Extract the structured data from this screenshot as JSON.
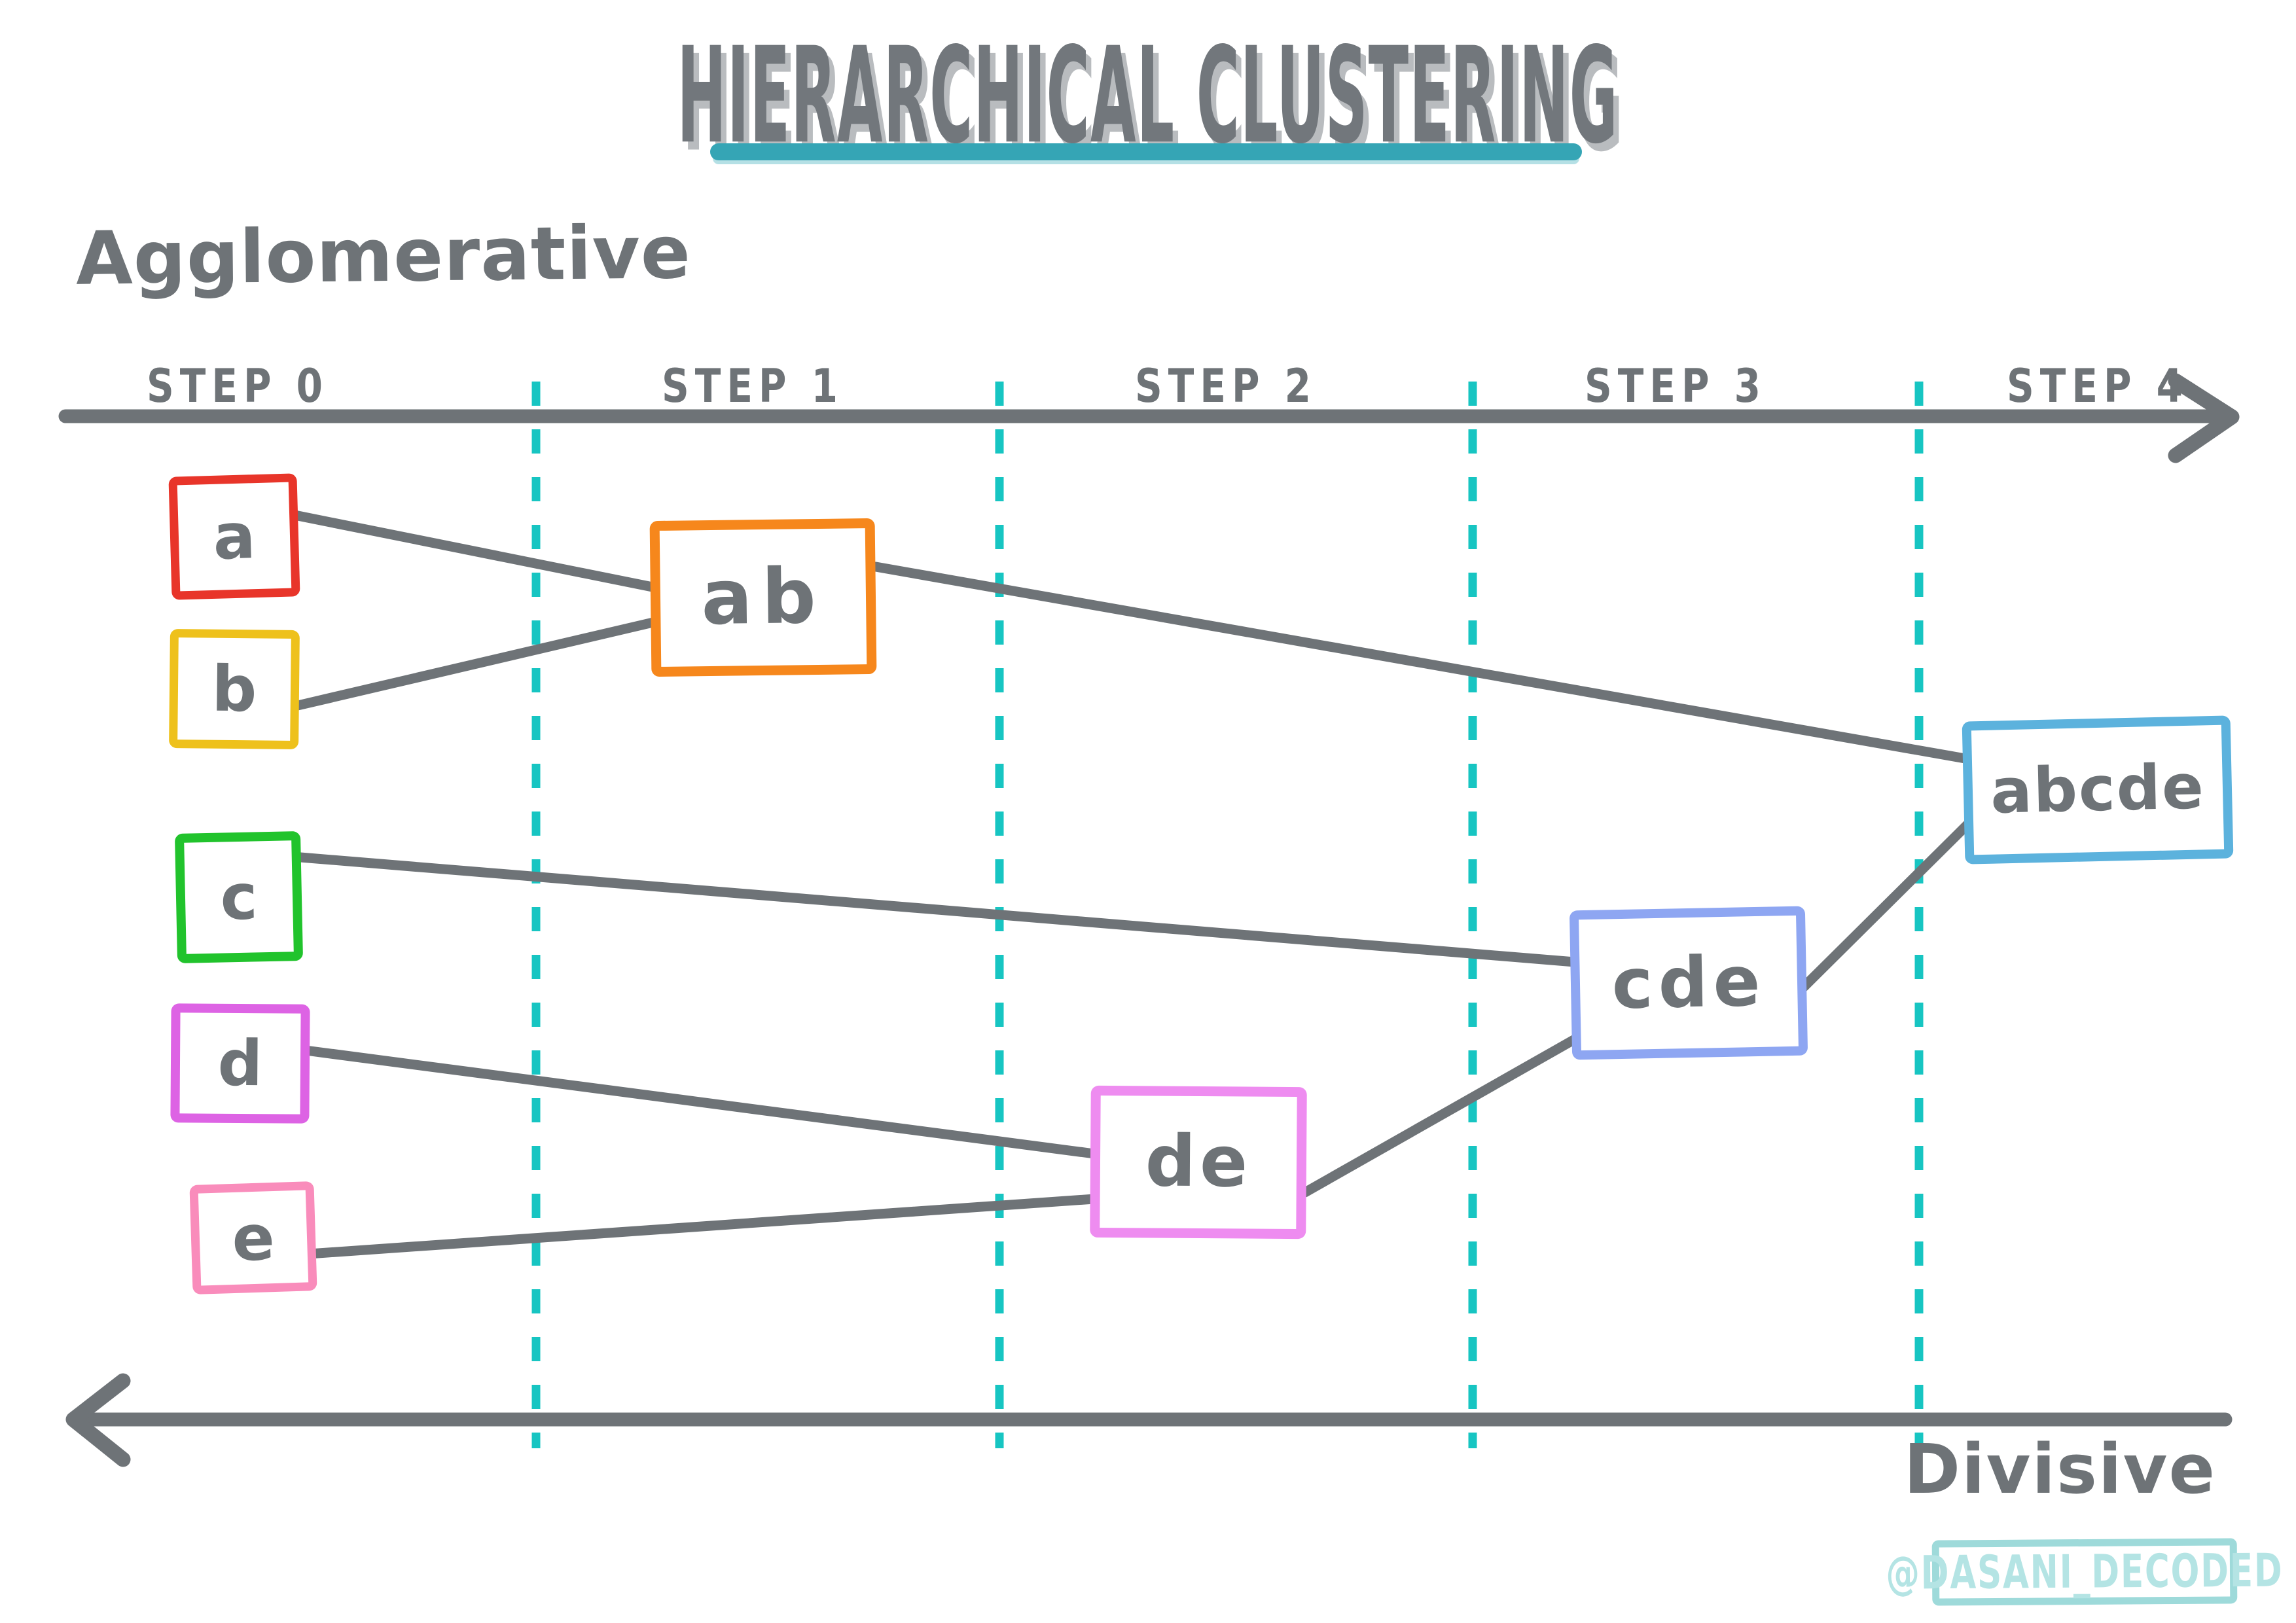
{
  "title": {
    "text": "HIERARCHICAL CLUSTERING"
  },
  "sections": {
    "agglomerative_label": "Agglomerative",
    "divisive_label": "Divisive"
  },
  "timeline": {
    "steps": [
      "STEP 0",
      "STEP 1",
      "STEP 2",
      "STEP 3",
      "STEP 4"
    ],
    "direction_top": "left-to-right (agglomerative)",
    "direction_bottom": "right-to-left (divisive)"
  },
  "diagram": {
    "type": "hierarchical-clustering-dendrogram",
    "nodes": {
      "a": {
        "label": "a",
        "step": 0,
        "border_color": "#e8352a"
      },
      "b": {
        "label": "b",
        "step": 0,
        "border_color": "#eec11c"
      },
      "c": {
        "label": "c",
        "step": 0,
        "border_color": "#21c32c"
      },
      "d": {
        "label": "d",
        "step": 0,
        "border_color": "#dd63e4"
      },
      "e": {
        "label": "e",
        "step": 0,
        "border_color": "#f98cbb"
      },
      "ab": {
        "label": "ab",
        "step": 1,
        "border_color": "#f6871c",
        "merged_from": [
          "a",
          "b"
        ]
      },
      "de": {
        "label": "de",
        "step": 2,
        "border_color": "#ee8cf0",
        "merged_from": [
          "d",
          "e"
        ]
      },
      "cde": {
        "label": "cde",
        "step": 3,
        "border_color": "#8ea6f2",
        "merged_from": [
          "c",
          "de"
        ]
      },
      "abcde": {
        "label": "abcde",
        "step": 4,
        "border_color": "#5cb2dd",
        "merged_from": [
          "ab",
          "cde"
        ]
      }
    },
    "edges": [
      [
        "a",
        "ab"
      ],
      [
        "b",
        "ab"
      ],
      [
        "c",
        "cde"
      ],
      [
        "d",
        "de"
      ],
      [
        "e",
        "de"
      ],
      [
        "ab",
        "abcde"
      ],
      [
        "de",
        "cde"
      ],
      [
        "cde",
        "abcde"
      ]
    ]
  },
  "colors": {
    "ink_gray": "#6e7377",
    "title_gray": "#72777c",
    "title_shadow_gray": "#b9bcbf",
    "underline_teal": "#35a5b5",
    "separator_teal": "#17c5c2",
    "watermark_teal": "#b4e4e4"
  },
  "watermark": {
    "text": "@DASANI_DECODED"
  }
}
